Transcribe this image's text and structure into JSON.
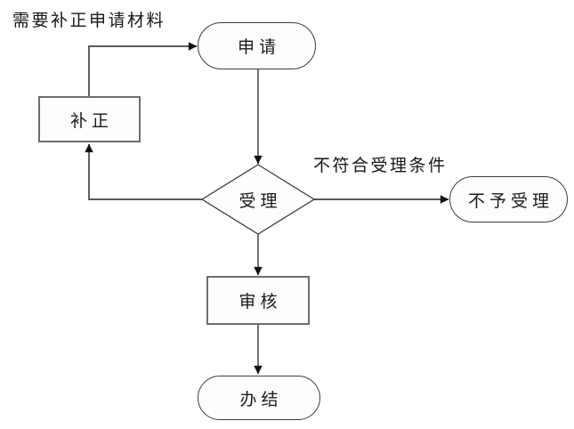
{
  "diagram": {
    "title": "approval-process-flowchart",
    "background_color": "#ffffff",
    "connector_color": "#595959",
    "arrowhead_color": "#111111",
    "process_border_color": "#6e6e6e",
    "terminator_border_color": "#3d3d3d",
    "nodes": {
      "apply": {
        "label": "申请",
        "type": "terminator"
      },
      "supplement": {
        "label": "补正",
        "type": "process"
      },
      "accept": {
        "label": "受理",
        "type": "decision"
      },
      "reject": {
        "label": "不予受理",
        "type": "terminator"
      },
      "review": {
        "label": "审核",
        "type": "process"
      },
      "complete": {
        "label": "办结",
        "type": "terminator"
      }
    },
    "labels": {
      "need_supplement": "需要补正申请材料",
      "not_meet_condition": "不符合受理条件"
    },
    "edges": [
      {
        "from": "apply",
        "to": "accept",
        "label": ""
      },
      {
        "from": "accept",
        "to": "reject",
        "label": "不符合受理条件"
      },
      {
        "from": "accept",
        "to": "supplement",
        "label": "需要补正申请材料"
      },
      {
        "from": "supplement",
        "to": "apply",
        "label": ""
      },
      {
        "from": "accept",
        "to": "review",
        "label": ""
      },
      {
        "from": "review",
        "to": "complete",
        "label": ""
      }
    ]
  }
}
